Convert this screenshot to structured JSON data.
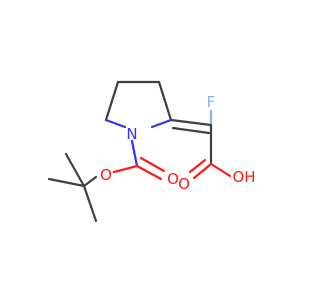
{
  "molecule": {
    "atoms": {
      "nitrogen": "N",
      "fluorine": "F",
      "carbonyl_oxygen_left": "O",
      "ester_oxygen": "O",
      "acid_oxygen_double": "O",
      "hydroxyl": "OH"
    },
    "colors": {
      "carbon_bond": "#404040",
      "nitrogen": "#3333ff",
      "oxygen": "#ff1a1a",
      "fluorine": "#8ab4e8",
      "background": "#ffffff"
    }
  }
}
